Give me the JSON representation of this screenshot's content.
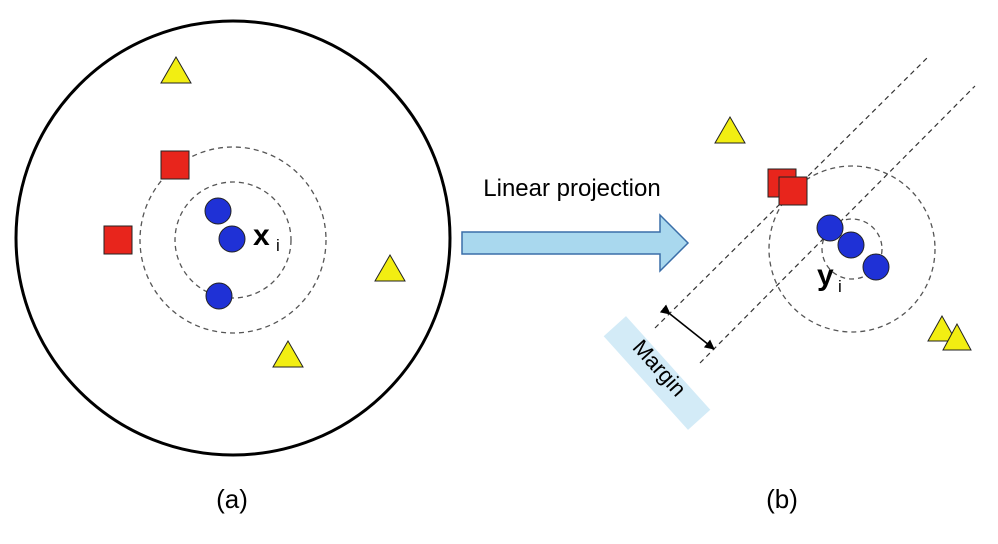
{
  "panel_a": {
    "caption": "(a)",
    "point_label": "x",
    "point_subscript": "i"
  },
  "panel_b": {
    "caption": "(b)",
    "point_label": "y",
    "point_subscript": "i"
  },
  "arrow": {
    "label": "Linear projection"
  },
  "margin": {
    "label": "Margin"
  },
  "colors": {
    "square": "#e8251c",
    "circle": "#1f31d6",
    "triangle": "#f2ee12",
    "arrow_fill": "#a9d8ee",
    "margin_band": "#d3ebf7"
  }
}
